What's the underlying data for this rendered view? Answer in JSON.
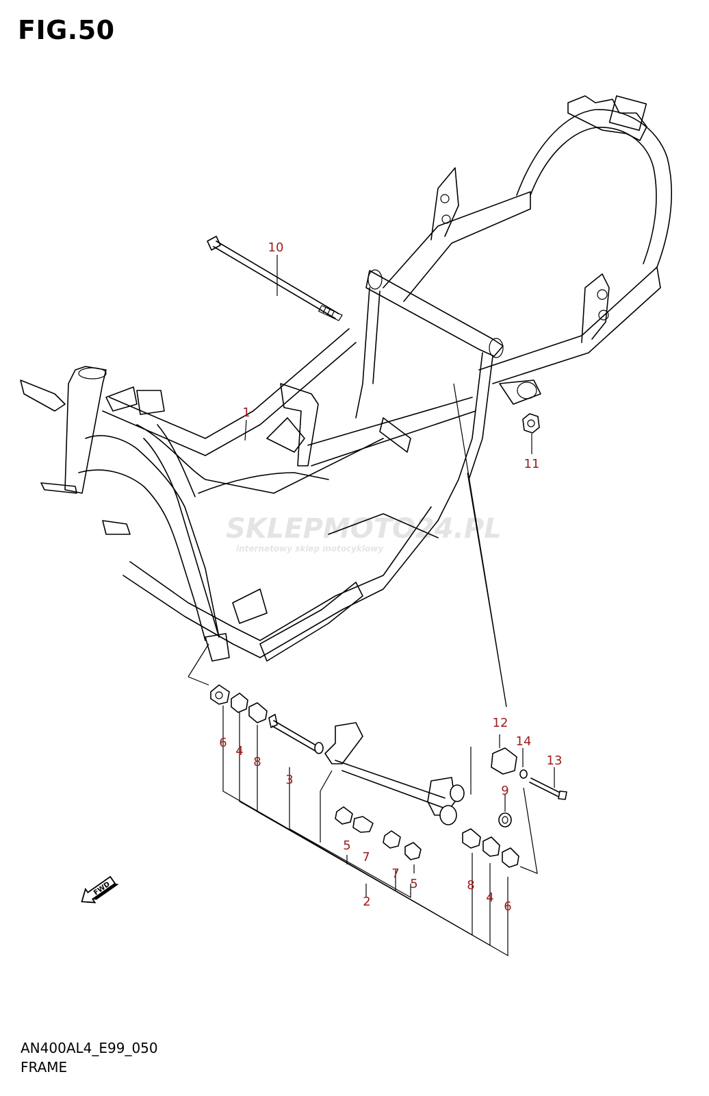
{
  "figure": {
    "title": "FIG.50",
    "code": "AN400AL4_E99_050",
    "name": "FRAME"
  },
  "callout_color": "#9b1b1b",
  "callouts": [
    {
      "label": "1"
    },
    {
      "label": "2"
    },
    {
      "label": "3"
    },
    {
      "label": "4"
    },
    {
      "label": "4"
    },
    {
      "label": "5"
    },
    {
      "label": "5"
    },
    {
      "label": "6"
    },
    {
      "label": "6"
    },
    {
      "label": "7"
    },
    {
      "label": "7"
    },
    {
      "label": "8"
    },
    {
      "label": "8"
    },
    {
      "label": "9"
    },
    {
      "label": "10"
    },
    {
      "label": "11"
    },
    {
      "label": "12"
    },
    {
      "label": "13"
    },
    {
      "label": "14"
    }
  ],
  "fwd_arrow": {
    "label": "FWD"
  },
  "watermark": {
    "brand": "SKLEPMOTO24.PL",
    "tagline": "internetowy sklep motocyklowy"
  }
}
